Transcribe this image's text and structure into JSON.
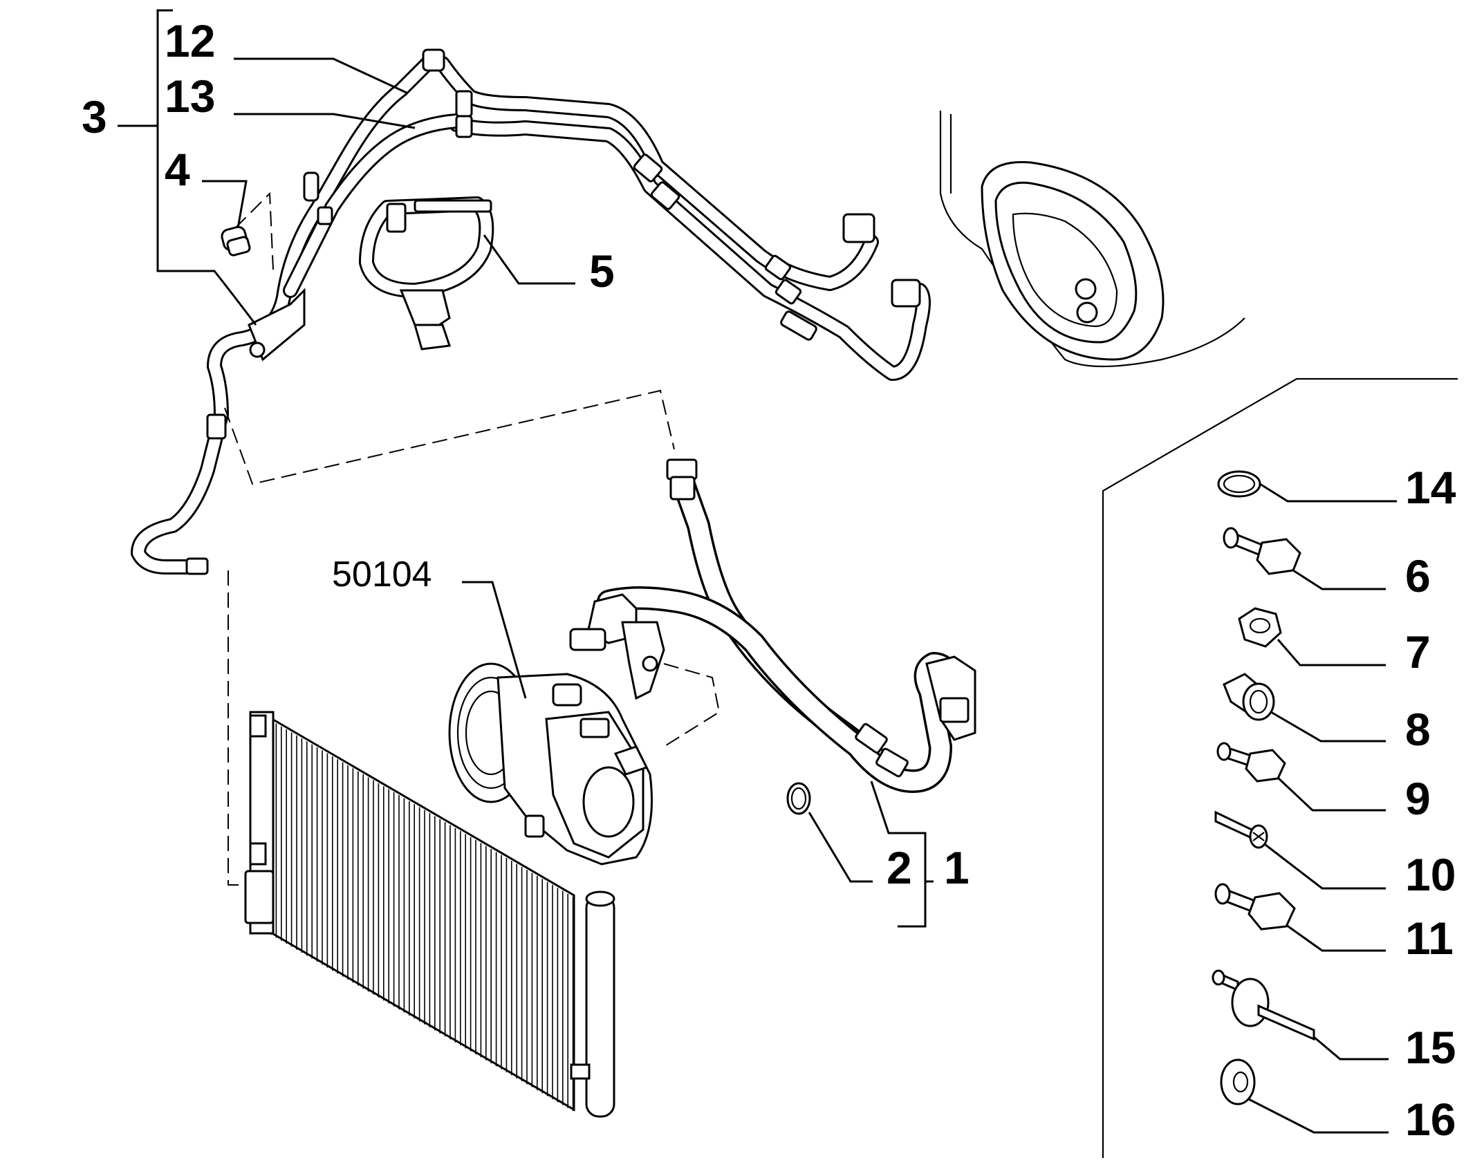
{
  "diagram": {
    "labels": {
      "l1": "1",
      "l2": "2",
      "l3": "3",
      "l4": "4",
      "l5": "5",
      "l6": "6",
      "l7": "7",
      "l8": "8",
      "l9": "9",
      "l10": "10",
      "l11": "11",
      "l12": "12",
      "l13": "13",
      "l14": "14",
      "l15": "15",
      "l16": "16",
      "ref": "50104"
    }
  }
}
